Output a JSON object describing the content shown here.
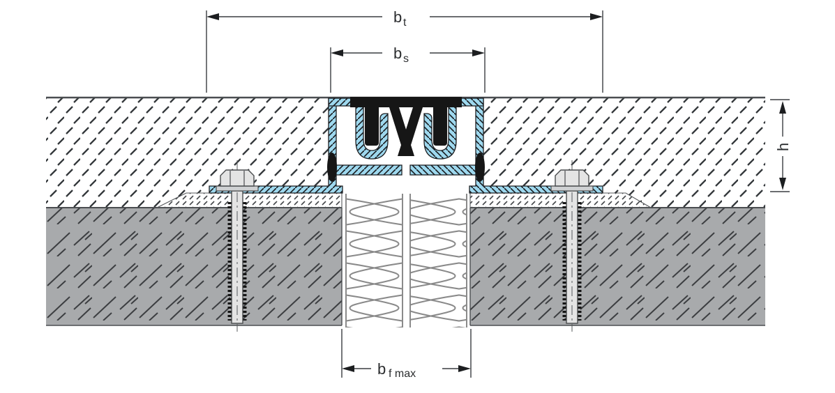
{
  "diagram": {
    "kind": "technical-cross-section",
    "subject": "floor-expansion-joint-profile",
    "dimension_labels": {
      "bt": {
        "base": "b",
        "sub": "t"
      },
      "bs": {
        "base": "b",
        "sub": "s"
      },
      "bf_max": {
        "base": "b",
        "sub": "f max"
      },
      "h": {
        "base": "h"
      }
    },
    "colors": {
      "background": "#ffffff",
      "profile_blue": "#9ed8ee",
      "elastomer_black": "#161616",
      "concrete_gray": "#a8aaac",
      "hatch_dark": "#3a3d40",
      "mortar_dash": "#45484b",
      "wool_gray": "#8a8a8a",
      "bolt_light": "#e4e4e4",
      "line_dark": "#2b2d2f"
    }
  }
}
